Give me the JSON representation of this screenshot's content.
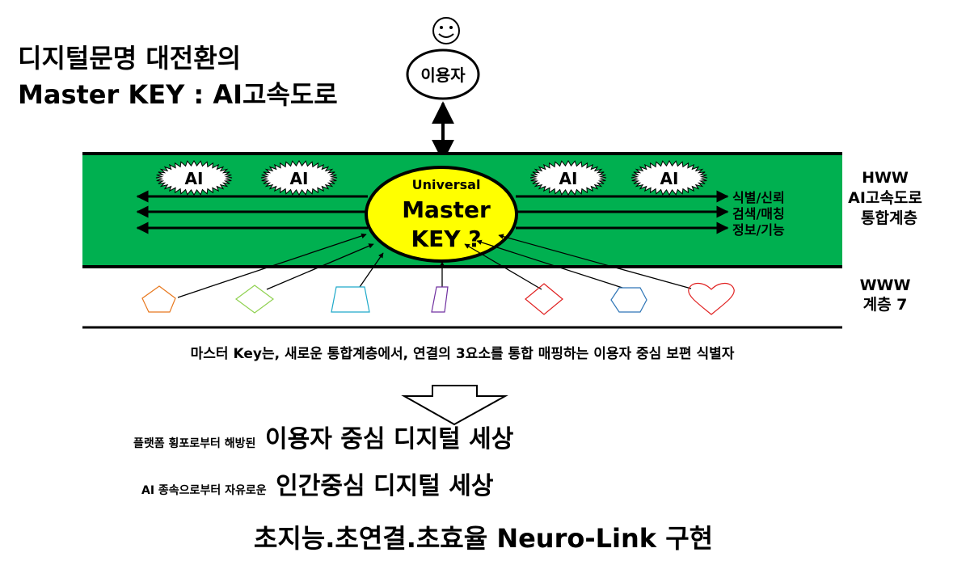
{
  "title": {
    "line1": "디지털문명 대전환의",
    "line2": "Master KEY : AI고속도로"
  },
  "user": {
    "icon": "smiley-face-icon",
    "label": "이용자"
  },
  "ai_badges": [
    "AI",
    "AI",
    "AI",
    "AI"
  ],
  "master_key": {
    "line1": "Universal",
    "line2": "Master",
    "line3": "KEY ?"
  },
  "functions": [
    "식별/신뢰",
    "검색/매칭",
    "정보/기능"
  ],
  "layers": {
    "hww": {
      "line1": "HWW",
      "line2": "AI고속도로",
      "line3": "통합계층"
    },
    "www": {
      "line1": "WWW",
      "line2": "계층 7"
    }
  },
  "description": "마스터 Key는, 새로운 통합계층에서, 연결의 3요소를 통합 매핑하는 이용자 중심 보편 식별자",
  "outcomes": [
    {
      "small": "플랫폼 횡포로부터 해방된",
      "large": "이용자 중심 디지털 세상"
    },
    {
      "small": "AI 종속으로부터 자유로운",
      "large": "인간중심  디지털 세상"
    }
  ],
  "final": "초지능.초연결.초효율  Neuro-Link 구현",
  "colors": {
    "band": "#00b050",
    "key": "#ffff00"
  }
}
